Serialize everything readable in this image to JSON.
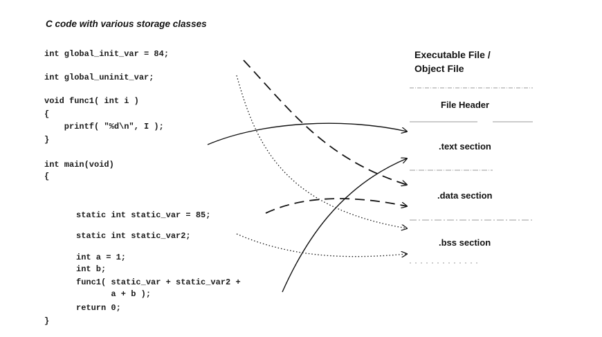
{
  "title": "C code with various storage classes",
  "code": {
    "global_init": "int global_init_var = 84;",
    "global_uninit": "int global_uninit_var;",
    "func1_sig": "void func1( int i )",
    "func1_open": "{",
    "func1_printf": "    printf( \"%d\\n\", I );",
    "func1_close": "}",
    "main_sig": "int main(void)",
    "main_open": "{",
    "static_var": "static int static_var = 85;",
    "static_var2": "static int static_var2;",
    "int_a": "int a = 1;",
    "int_b": "int b;",
    "func1_call_1": "func1( static_var + static_var2 +",
    "func1_call_2": "       a + b );",
    "return_stmt": "return 0;",
    "main_close": "}"
  },
  "file": {
    "heading_line1": "Executable File /",
    "heading_line2": "Object File",
    "sections": [
      "File Header",
      ".text section",
      ".data section",
      ".bss section"
    ]
  },
  "arrow_styles": {
    "text": "solid",
    "data": "dashed",
    "bss": "dotted"
  }
}
